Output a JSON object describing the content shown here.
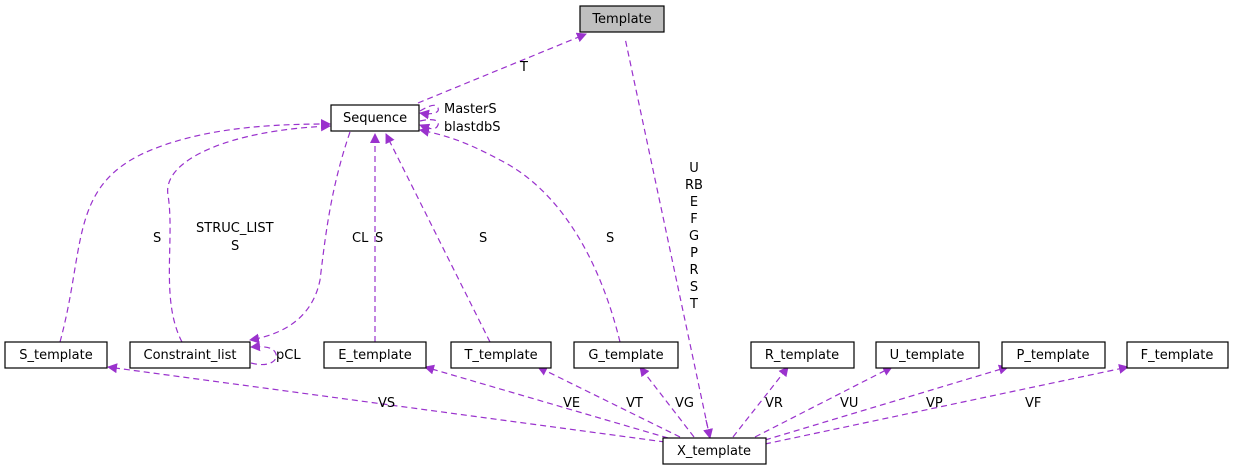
{
  "colors": {
    "edge": "#9a32cd",
    "highlight_fill": "#bfbfbf",
    "node_border": "#000000"
  },
  "nodes": {
    "template": "Template",
    "sequence": "Sequence",
    "s_template": "S_template",
    "constraint_list": "Constraint_list",
    "e_template": "E_template",
    "t_template": "T_template",
    "g_template": "G_template",
    "r_template": "R_template",
    "u_template": "U_template",
    "p_template": "P_template",
    "f_template": "F_template",
    "x_template": "X_template"
  },
  "edge_labels": {
    "seq_to_template": "T",
    "seq_self_1": "MasterS",
    "seq_self_2": "blastdbS",
    "s_template_seq": "S",
    "constraint_seq_1": "STRUC_LIST",
    "constraint_seq_2": "S",
    "cl": "CL",
    "e_template_seq": "S",
    "t_template_seq": "S",
    "g_template_seq": "S",
    "pcl": "pCL",
    "x_to_template": [
      "U",
      "RB",
      "E",
      "F",
      "G",
      "P",
      "R",
      "S",
      "T"
    ],
    "vs": "VS",
    "ve": "VE",
    "vt": "VT",
    "vg": "VG",
    "vr": "VR",
    "vu": "VU",
    "vp": "VP",
    "vf": "VF"
  }
}
